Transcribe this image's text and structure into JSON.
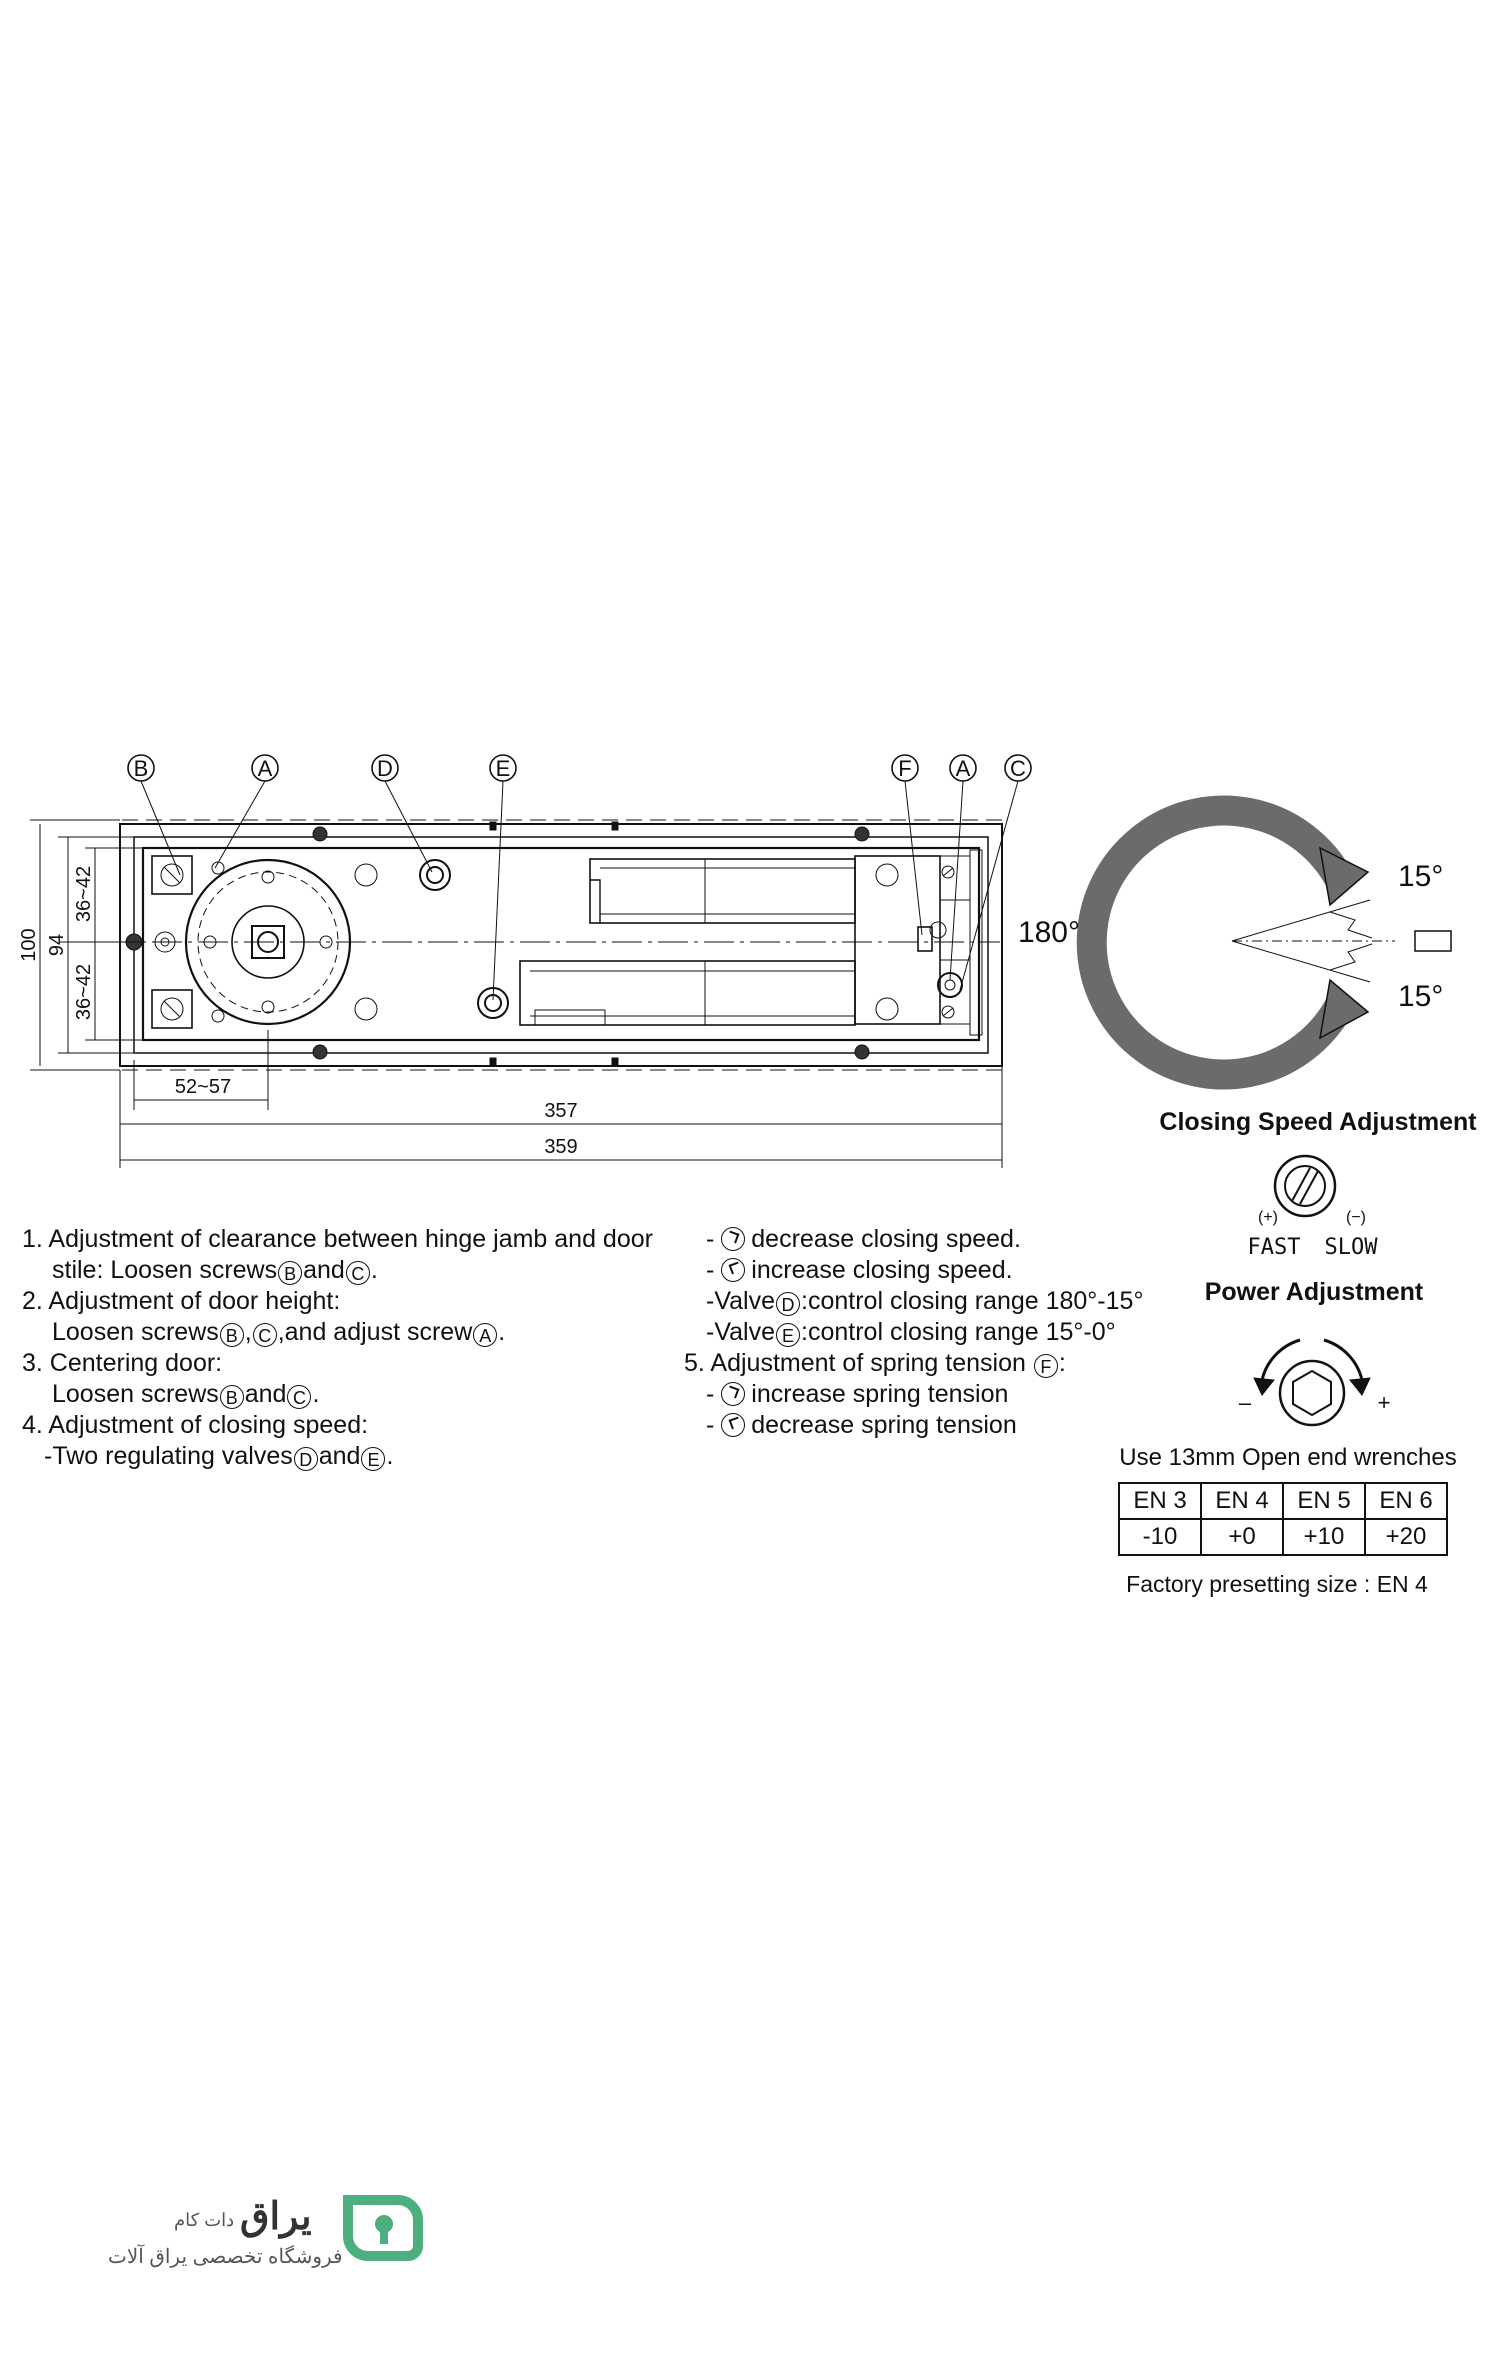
{
  "callouts": {
    "B": "B",
    "A": "A",
    "D": "D",
    "E": "E",
    "F": "F",
    "C": "C"
  },
  "dimensions": {
    "d100": "100",
    "d94": "94",
    "d36a": "36~42",
    "d36b": "36~42",
    "d52": "52~57",
    "d357": "357",
    "d359": "359"
  },
  "speed_diagram": {
    "angle_180": "180°",
    "angle_15_top": "15°",
    "angle_15_bottom": "15°",
    "caption": "Closing Speed Adjustment"
  },
  "power_icon": {
    "plus_label": "(+)",
    "minus_label": "(−)",
    "fast": "FAST",
    "slow": "SLOW",
    "caption": "Power Adjustment"
  },
  "wrench_icon": {
    "minus": "–",
    "plus": "+",
    "caption": "Use 13mm Open end wrenches"
  },
  "en_table": {
    "headers": [
      "EN 3",
      "EN 4",
      "EN 5",
      "EN 6"
    ],
    "values": [
      "-10",
      "+0",
      "+10",
      "+20"
    ],
    "note": "Factory presetting size : EN 4"
  },
  "instructions_left": {
    "l1a": "1. Adjustment of clearance between hinge jamb and door",
    "l1b_pre": "stile: Loosen screws",
    "l1b_mid": "and",
    "l1b_end": ".",
    "l2a": "2. Adjustment of door height:",
    "l2b_pre": "Loosen screws",
    "l2b_sep": ",",
    "l2b_mid": ",and adjust screw",
    "l2b_end": ".",
    "l3a": "3. Centering door:",
    "l3b_pre": "Loosen screws",
    "l3b_mid": "and",
    "l3b_end": ".",
    "l4a": "4. Adjustment of closing speed:",
    "l4b_pre": "-Two regulating valves",
    "l4b_mid": "and",
    "l4b_end": "."
  },
  "instructions_right": {
    "r1": "decrease closing speed.",
    "r2": "increase closing speed.",
    "r3_pre": "-Valve",
    "r3_post": ":control closing range 180°-15°",
    "r4_pre": "-Valve",
    "r4_post": ":control closing range 15°-0°",
    "r5_pre": "5. Adjustment of spring tension",
    "r5_post": ":",
    "r6": "increase spring tension",
    "r7": "decrease spring tension",
    "dash": "-"
  },
  "logo": {
    "brand": "یراق",
    "domain": "دات کام",
    "tagline": "فروشگاه تخصصی یراق آلات",
    "accent_color": "#4caf7d"
  }
}
